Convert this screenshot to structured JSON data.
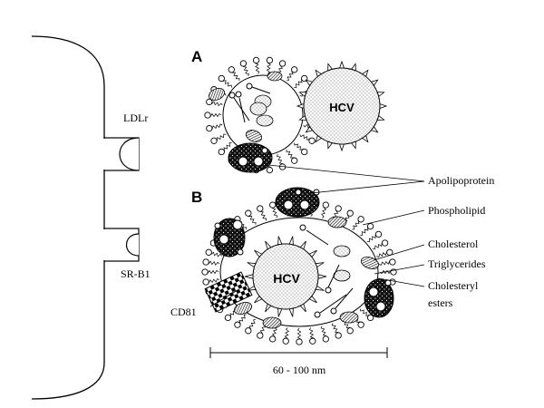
{
  "panels": {
    "a": "A",
    "b": "B"
  },
  "particle_labels": {
    "hcv_a": "HCV",
    "hcv_b": "HCV"
  },
  "receptors": {
    "ldlr": "LDLr",
    "srb1": "SR-B1",
    "cd81": "CD81"
  },
  "legend": {
    "apolipoprotein": "Apolipoprotein",
    "phospholipid": "Phospholipid",
    "cholesterol": "Cholesterol",
    "triglycerides": "Triglycerides",
    "cholesteryl_line1": "Cholesteryl",
    "cholesteryl_line2": "esters"
  },
  "scale_bar": {
    "label": "60 - 100 nm"
  }
}
